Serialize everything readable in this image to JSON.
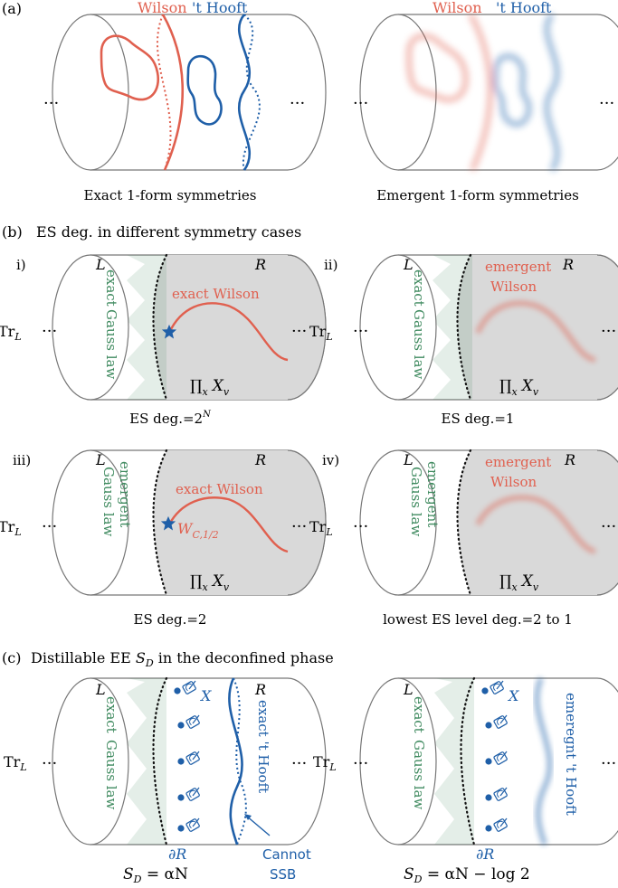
{
  "colors": {
    "wilson": "#e0604f",
    "thooft": "#1f5fa8",
    "gauss": "#3f8a5f",
    "gray": "#d9d9d9",
    "outline": "#777777",
    "text": "#111111"
  },
  "icons": {
    "star": "star-icon",
    "qubit": "qubit-measure-icon"
  },
  "panel_a": {
    "tag": "(a)",
    "left": {
      "wilson_label": "Wilson",
      "thooft_label": "'t Hooft",
      "dots": "···",
      "caption": "Exact 1-form symmetries"
    },
    "right": {
      "wilson_label": "Wilson",
      "thooft_label": "'t Hooft",
      "dots": "···",
      "caption": "Emergent 1-form symmetries"
    }
  },
  "panel_b": {
    "tag": "(b)",
    "title": "ES deg. in different symmetry cases",
    "cases": [
      {
        "roman": "i)",
        "L": "L",
        "R": "R",
        "tr": "Tr",
        "tr_sub": "L",
        "dots": "···",
        "gauss": [
          "exact",
          "Gauss law"
        ],
        "wilson": [
          "exact Wilson"
        ],
        "prod": "∏",
        "prod_sub": "x",
        "X": "X",
        "X_sub": "v",
        "caption": "ES deg.=2",
        "caption_sup": "N"
      },
      {
        "roman": "ii)",
        "L": "L",
        "R": "R",
        "tr": "Tr",
        "tr_sub": "L",
        "dots": "···",
        "gauss": [
          "exact",
          "Gauss law"
        ],
        "wilson": [
          "emergent",
          "Wilson"
        ],
        "prod": "∏",
        "prod_sub": "x",
        "X": "X",
        "X_sub": "v",
        "caption": "ES deg.=1",
        "caption_sup": ""
      },
      {
        "roman": "iii)",
        "L": "L",
        "R": "R",
        "tr": "Tr",
        "tr_sub": "L",
        "dots": "···",
        "gauss": [
          "emergent",
          "Gauss law"
        ],
        "wilson": [
          "exact Wilson"
        ],
        "W": "W",
        "W_sub": "C,1/2",
        "prod": "∏",
        "prod_sub": "x",
        "X": "X",
        "X_sub": "v",
        "caption": "ES deg.=2",
        "caption_sup": ""
      },
      {
        "roman": "iv)",
        "L": "L",
        "R": "R",
        "tr": "Tr",
        "tr_sub": "L",
        "dots": "···",
        "gauss": [
          "emergent",
          "Gauss law"
        ],
        "wilson": [
          "emergent",
          "Wilson"
        ],
        "prod": "∏",
        "prod_sub": "x",
        "X": "X",
        "X_sub": "v",
        "caption": "lowest ES level deg.=2 to 1",
        "caption_sup": ""
      }
    ]
  },
  "panel_c": {
    "tag": "(c)",
    "title": "Distillable EE ",
    "title_S": "S",
    "title_sub": "D",
    "title_rest": " in the deconfined phase",
    "left": {
      "L": "L",
      "R": "R",
      "tr": "Tr",
      "tr_sub": "L",
      "dots": "···",
      "gauss": [
        "exact",
        "Gauss law"
      ],
      "thooft": [
        "exact 't Hooft"
      ],
      "X_label": "X",
      "boundary": "∂R",
      "cannot": [
        "Cannot",
        "SSB"
      ],
      "sd_S": "S",
      "sd_sub": "D",
      "sd_rest": " = αN"
    },
    "right": {
      "L": "L",
      "tr": "Tr",
      "tr_sub": "L",
      "dots": "···",
      "gauss": [
        "exact",
        "Gauss law"
      ],
      "thooft": [
        "emeregnt 't Hooft"
      ],
      "X_label": "X",
      "boundary": "∂R",
      "sd_S": "S",
      "sd_sub": "D",
      "sd_rest": " = αN − log 2"
    }
  }
}
